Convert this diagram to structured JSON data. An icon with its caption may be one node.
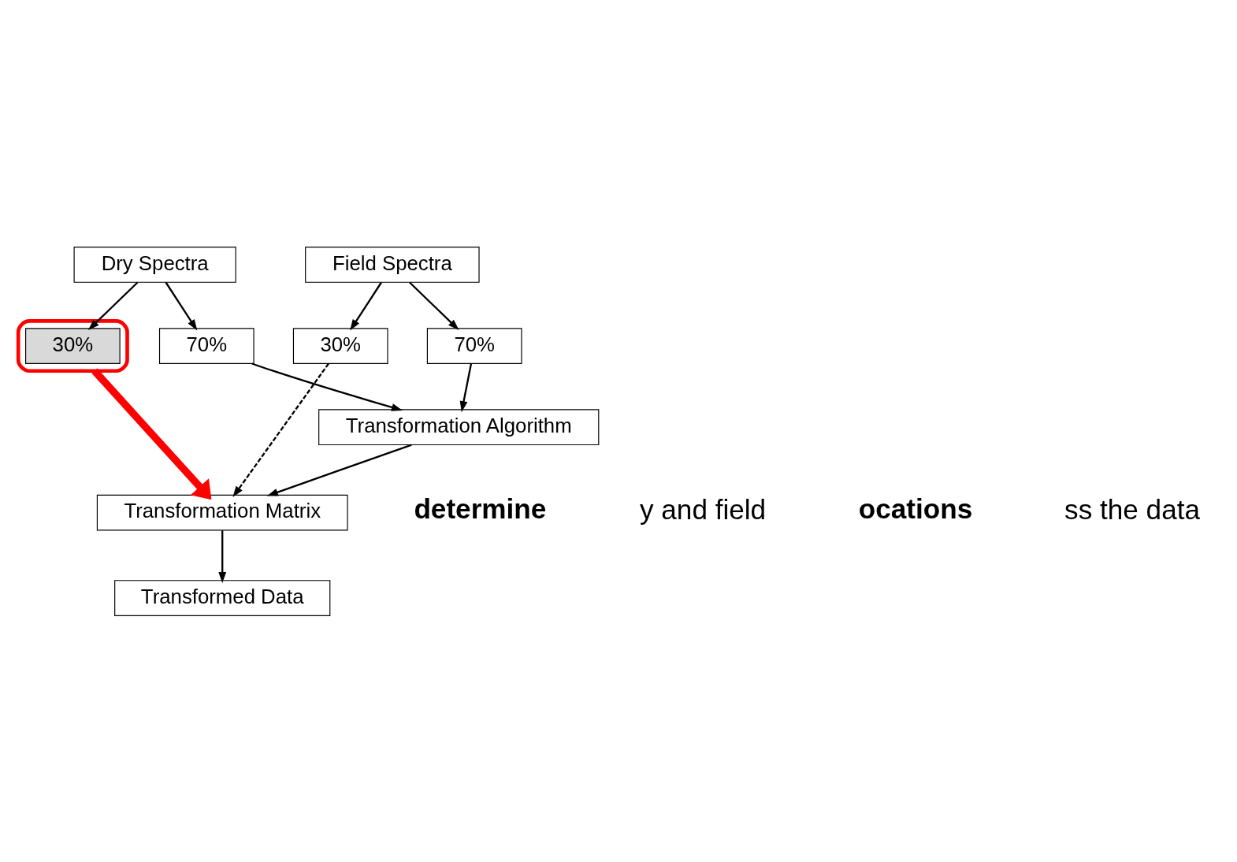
{
  "diagram": {
    "nodes": [
      {
        "text": [
          "Dry Spectra"
        ]
      },
      {
        "text": [
          "70%"
        ]
      },
      {
        "text": [],
        "shape": "ellipse"
      },
      {
        "text": [
          "30%"
        ],
        "in": 2
      },
      {
        "text": [
          "Field Spectra"
        ]
      },
      {
        "text": [
          "70%"
        ]
      },
      {
        "text": [
          "30%"
        ]
      },
      {
        "text": [
          "Transformation Algorithm"
        ]
      },
      {
        "text": [
          "Transformation Matrix"
        ]
      },
      {
        "text": [
          "Transformed Data"
        ]
      }
    ],
    "edges": [
      {
        "from": 0,
        "to": 1,
        "arrow": "to"
      },
      {
        "from": 0,
        "to": 3,
        "arrow": "to"
      },
      {
        "from": 4,
        "to": 5,
        "arrow": "to"
      },
      {
        "from": 4,
        "to": 6,
        "arrow": "to"
      },
      {
        "from": 1,
        "to": 7,
        "arrow": "to"
      },
      {
        "from": 5,
        "to": 7,
        "arrow": "to"
      },
      {
        "from": 2,
        "to": 8,
        "arrow": "to",
        "style": "thick",
        "color": "#ff0000"
      },
      {
        "from": 6,
        "to": 8,
        "arrow": "to",
        "style": "dashed"
      },
      {
        "from": 7,
        "to": 8,
        "arrow": "to"
      },
      {
        "from": 8,
        "to": 9,
        "arrow": "to"
      }
    ],
    "labels": [
      "determine",
      "y and field",
      "ocations",
      "ss the data"
    ]
  }
}
